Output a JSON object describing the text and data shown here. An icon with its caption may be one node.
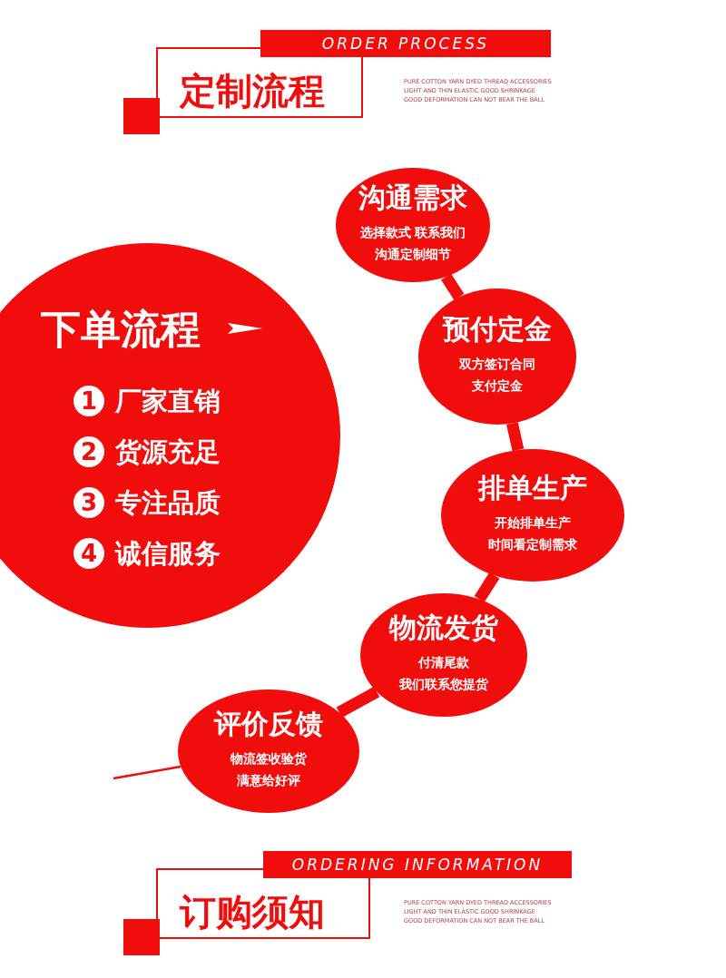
{
  "diagram": {
    "nodes": [
      {
        "text": [
          "下单流程",
          "1",
          "厂家直销",
          "2",
          "货源充足",
          "3",
          "专注品质",
          "4",
          "诚信服务"
        ]
      },
      {
        "text": [
          "沟通需求",
          "选择款式 联系我们沟通定制细节"
        ]
      },
      {
        "text": [
          "预付定金",
          "双方签订合同支付定金"
        ]
      },
      {
        "text": [
          "排单生产",
          "开始排单生产时间看定制需求"
        ]
      },
      {
        "text": [
          "物流发货",
          "付清尾款我们联系您提货"
        ]
      },
      {
        "text": [
          "评价反馈",
          "物流签收验货满意给好评"
        ]
      }
    ],
    "edges": [
      {
        "from": 1,
        "to": 2,
        "arrow": "none"
      },
      {
        "from": 2,
        "to": 3,
        "arrow": "none"
      },
      {
        "from": 3,
        "to": 4,
        "arrow": "none"
      },
      {
        "from": 4,
        "to": 5,
        "arrow": "none"
      },
      {
        "from": null,
        "to": 5,
        "arrow": "none"
      }
    ],
    "labels": [
      "ORDER PROCESS",
      "定制流程",
      "PURE COTTON YARN DYED THREAD ACCESSORIES",
      "LIGHT AND THIN ELASTIC GOOD SHRINKAGE",
      "GOOD DEFORMATION CAN NOT BEAR THE BALL",
      "ORDERING INFORMATION",
      "订购须知",
      "PURE COTTON YARN DYED THREAD ACCESSORIES",
      "LIGHT AND THIN ELASTIC GOOD SHRINKAGE",
      "GOOD DEFORMATION CAN NOT BEAR THE BALL"
    ]
  }
}
